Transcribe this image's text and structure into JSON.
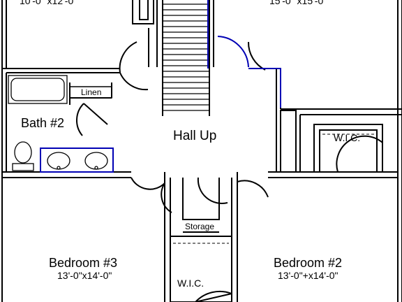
{
  "rooms": {
    "top_left_dim": "10'-0\" x12'-0\"",
    "top_right_dim": "15'-0\" x15'-0\"",
    "bath": "Bath #2",
    "linen": "Linen",
    "hall": "Hall Up",
    "wic_right": "W.I.C.",
    "storage": "Storage",
    "bedroom3": {
      "name": "Bedroom #3",
      "dim": "13'-0\"x14'-0\""
    },
    "bedroom2": {
      "name": "Bedroom #2",
      "dim": "13'-0\"+x14'-0\""
    },
    "wic_bottom": "W.I.C."
  },
  "colors": {
    "wall": "#000000",
    "accent": "#0000b4"
  }
}
